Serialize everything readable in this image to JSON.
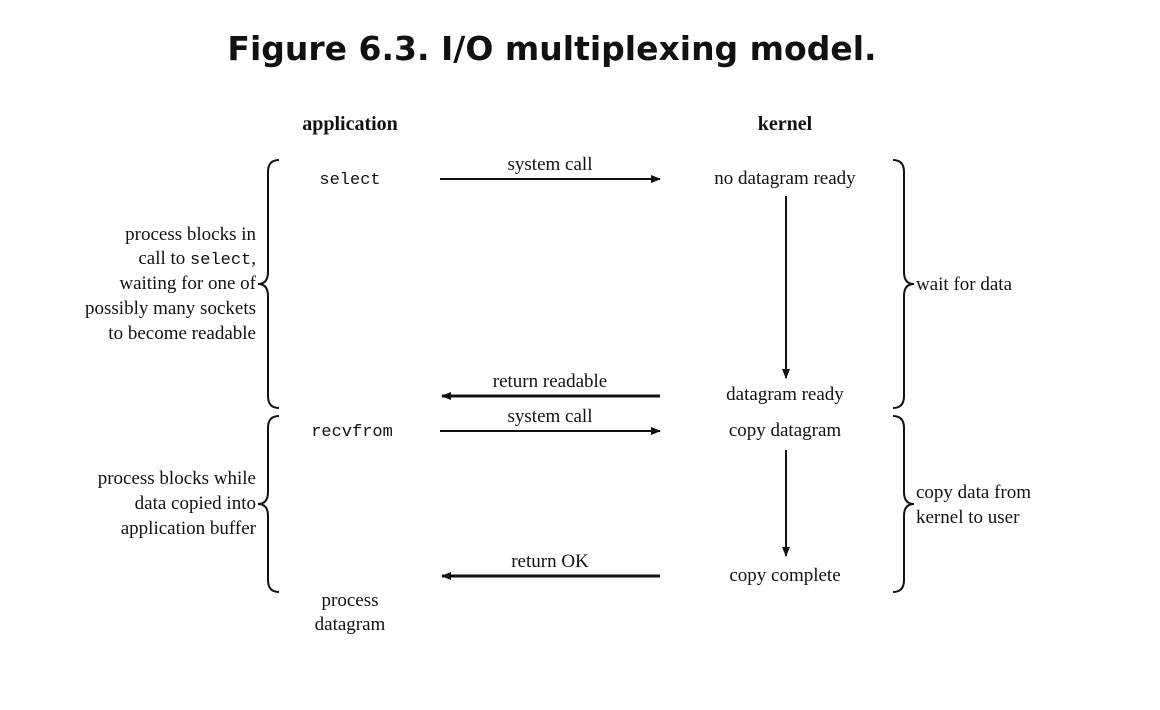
{
  "title": "Figure 6.3. I/O multiplexing model.",
  "columns": {
    "application": "application",
    "kernel": "kernel"
  },
  "app_calls": {
    "select": "select",
    "recvfrom": "recvfrom",
    "process_line1": "process",
    "process_line2": "datagram"
  },
  "kernel_states": {
    "no_datagram_ready": "no datagram ready",
    "datagram_ready": "datagram ready",
    "copy_datagram": "copy datagram",
    "copy_complete": "copy complete"
  },
  "arrow_labels": {
    "system_call_1": "system call",
    "return_readable": "return readable",
    "system_call_2": "system call",
    "return_ok": "return OK"
  },
  "left_notes": {
    "block_select": {
      "line1": "process blocks in",
      "line2_prefix": "call to ",
      "line2_code": "select",
      "line2_suffix": ",",
      "line3": "waiting for one of",
      "line4": "possibly many sockets",
      "line5": "to become readable"
    },
    "block_copy": {
      "line1": "process blocks while",
      "line2": "data copied into",
      "line3": "application buffer"
    }
  },
  "right_notes": {
    "wait_for_data": "wait for data",
    "copy_data_line1": "copy data from",
    "copy_data_line2": "kernel to user"
  }
}
